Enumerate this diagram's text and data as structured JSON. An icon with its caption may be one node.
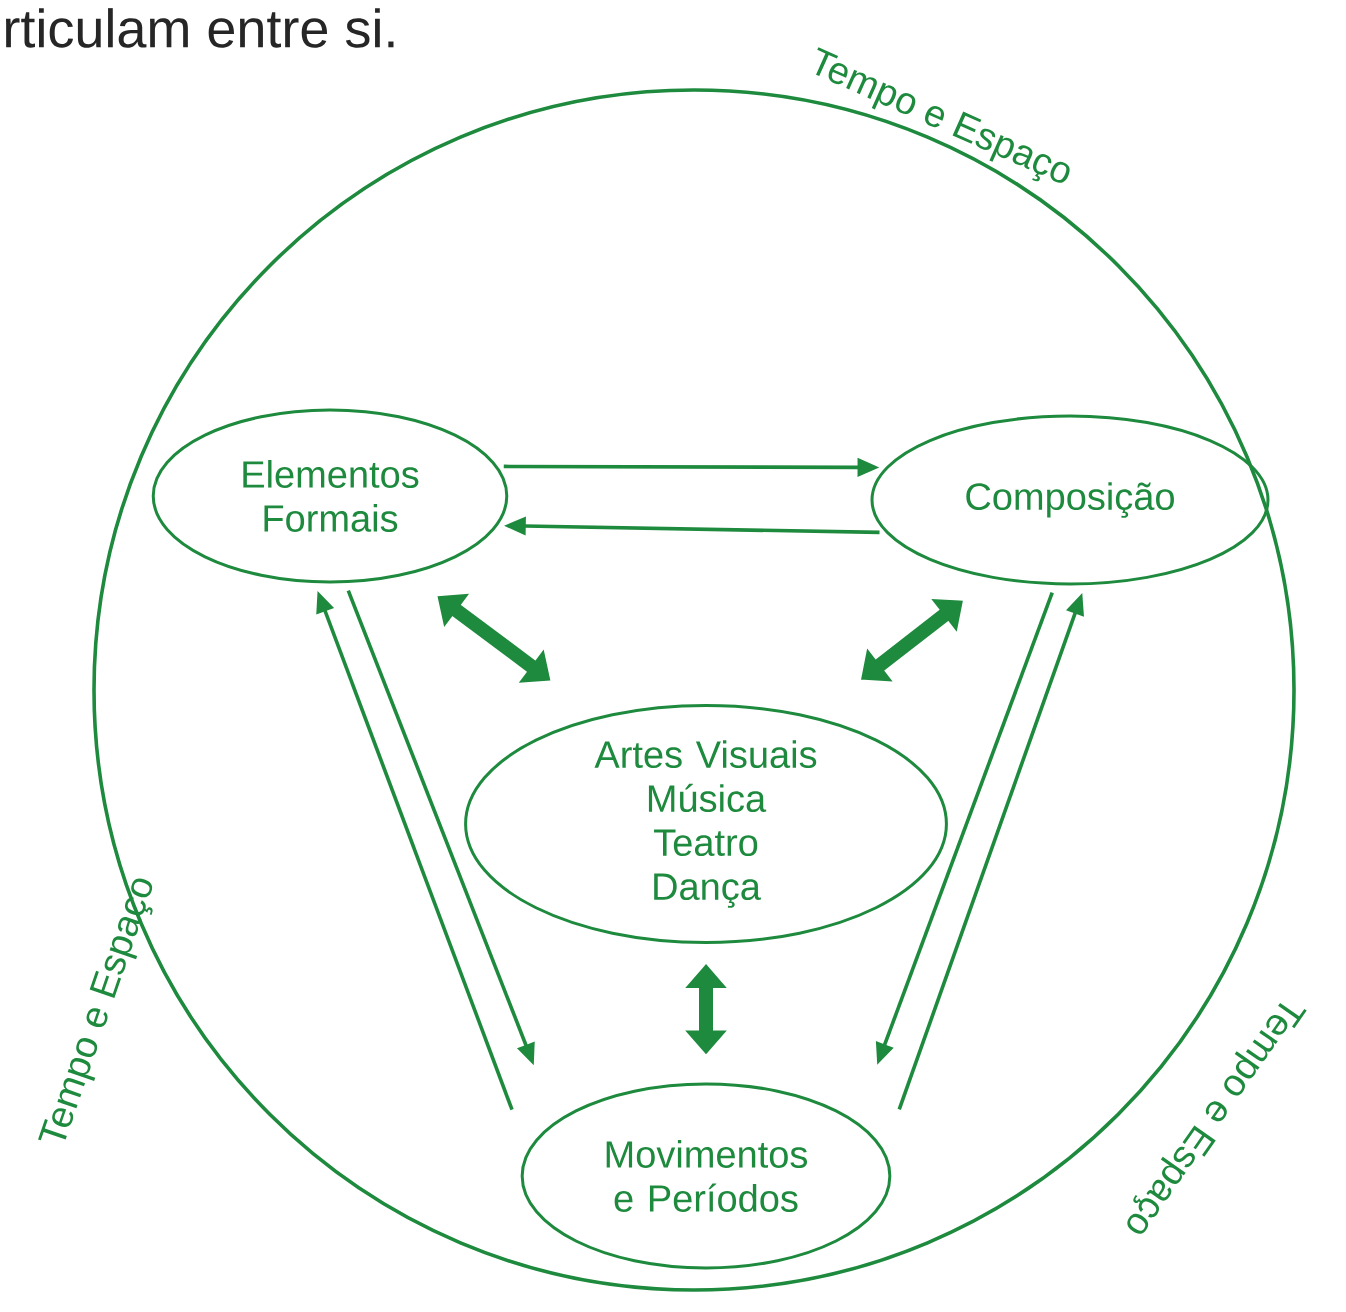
{
  "diagram": {
    "nodes": [
      {
        "text": [
          "Tempo e Espaço",
          "Tempo e Espaço",
          "Tempo e Espaço"
        ]
      },
      {
        "text": [
          "Elementos Formais"
        ],
        "in": 0
      },
      {
        "text": [
          "Composição"
        ],
        "in": 0
      },
      {
        "text": [
          "Artes Visuais",
          "Música",
          "Teatro",
          "Dança"
        ],
        "in": 0
      },
      {
        "text": [
          "Movimentos e Períodos"
        ],
        "in": 0
      }
    ],
    "edges": [
      {
        "from": 1,
        "to": 2,
        "arrow": "to"
      },
      {
        "from": 2,
        "to": 1,
        "arrow": "to"
      },
      {
        "from": 1,
        "to": 4,
        "arrow": "to"
      },
      {
        "from": 4,
        "to": 1,
        "arrow": "to"
      },
      {
        "from": 2,
        "to": 4,
        "arrow": "to"
      },
      {
        "from": 4,
        "to": 2,
        "arrow": "to"
      },
      {
        "from": 1,
        "to": 3,
        "arrow": "both",
        "style": "thick"
      },
      {
        "from": 2,
        "to": 3,
        "arrow": "both",
        "style": "thick"
      },
      {
        "from": 3,
        "to": 4,
        "arrow": "both",
        "style": "thick"
      }
    ],
    "labels": [
      "rticulam entre si."
    ]
  }
}
